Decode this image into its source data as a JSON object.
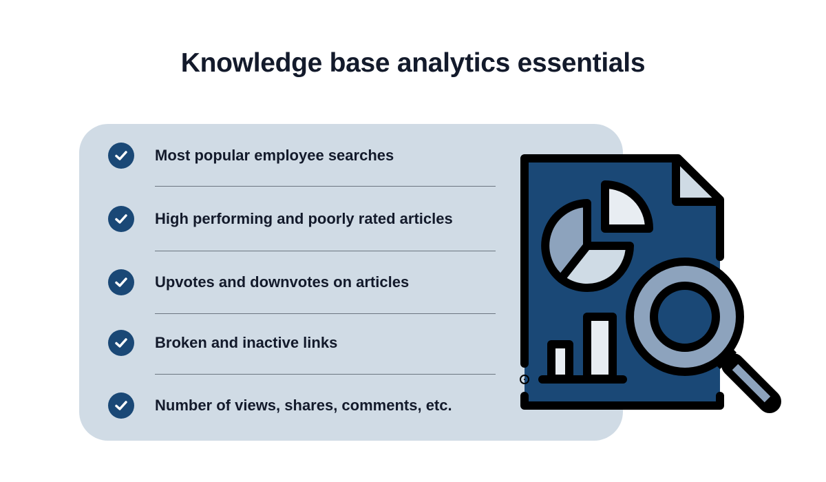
{
  "title": "Knowledge base analytics essentials",
  "items": [
    {
      "label": "Most popular employee searches",
      "icon": "check-circle-icon"
    },
    {
      "label": "High performing and poorly rated articles",
      "icon": "check-circle-icon"
    },
    {
      "label": "Upvotes and downvotes on articles",
      "icon": "check-circle-icon"
    },
    {
      "label": "Broken and inactive links",
      "icon": "check-circle-icon"
    },
    {
      "label": "Number of views, shares, comments, etc.",
      "icon": "check-circle-icon"
    }
  ],
  "colors": {
    "accent": "#1a4876",
    "panel": "#d0dbe5",
    "text": "#131a2b",
    "mid": "#8da3bd",
    "light": "#e8edf2"
  }
}
